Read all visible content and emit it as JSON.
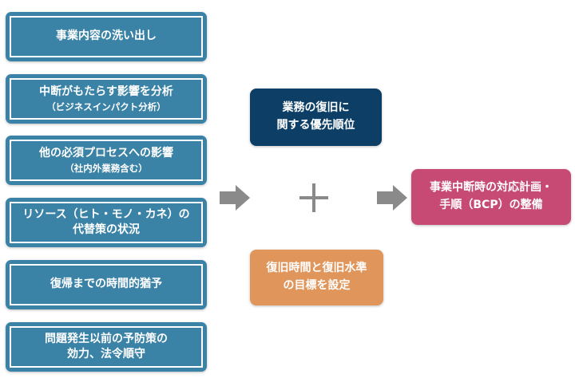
{
  "steps": [
    {
      "line1": "事業内容の洗い出し",
      "line2": ""
    },
    {
      "line1": "中断がもたらす影響を分析",
      "line2": "（ビジネスインパクト分析）"
    },
    {
      "line1": "他の必須プロセスへの影響",
      "line2": "（社内外業務含む）"
    },
    {
      "line1": "リソース（ヒト・モノ・カネ）の",
      "line2": "代替策の状況"
    },
    {
      "line1": "復帰までの時間的猶予",
      "line2": ""
    },
    {
      "line1": "問題発生以前の予防策の",
      "line2": "効力、法令順守"
    }
  ],
  "priority_box": {
    "line1": "業務の復旧に",
    "line2": "関する優先順位",
    "color": "#0d3f66"
  },
  "recovery_box": {
    "line1": "復旧時間と復旧水準",
    "line2": "の目標を設定",
    "color": "#e0955a"
  },
  "result_box": {
    "line1": "事業中断時の対応計画・",
    "line2": "手順（BCP）の整備",
    "color": "#c64a74"
  },
  "colors": {
    "step": "#3a82a6",
    "arrow": "#8a8a8a",
    "plus": "#8a8a8a"
  }
}
